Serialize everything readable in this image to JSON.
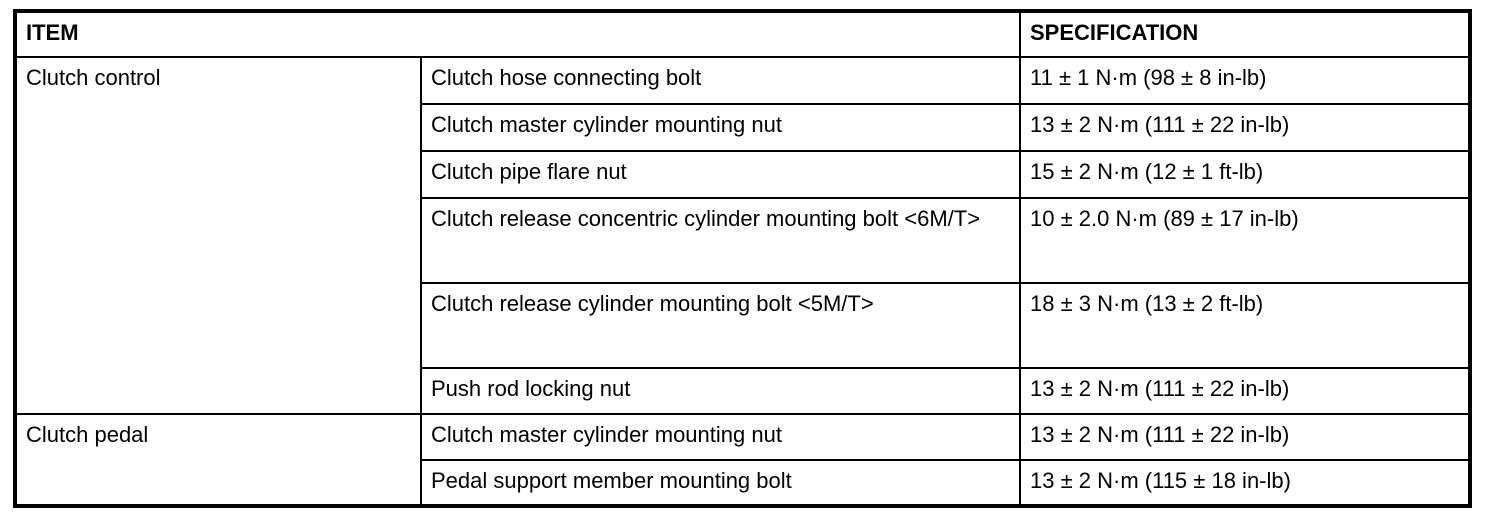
{
  "colors": {
    "border": "#000000",
    "text": "#000000",
    "background": "#ffffff"
  },
  "table": {
    "headers": {
      "item": "ITEM",
      "specification": "SPECIFICATION"
    },
    "groups": [
      {
        "name": "Clutch control",
        "rows": [
          {
            "item": "Clutch hose connecting bolt",
            "spec": "11 ± 1 N·m (98 ± 8 in-lb)"
          },
          {
            "item": "Clutch master cylinder mounting nut",
            "spec": "13 ± 2 N·m (111 ± 22 in-lb)"
          },
          {
            "item": "Clutch pipe flare nut",
            "spec": "15 ± 2 N·m (12 ± 1 ft-lb)"
          },
          {
            "item": "Clutch release concentric cylinder mounting bolt <6M/T>",
            "spec": "10 ± 2.0 N·m (89 ± 17 in-lb)"
          },
          {
            "item": "Clutch release cylinder mounting bolt <5M/T>",
            "spec": "18 ± 3 N·m (13 ± 2 ft-lb)"
          },
          {
            "item": "Push rod locking nut",
            "spec": "13 ± 2 N·m (111 ± 22 in-lb)"
          }
        ]
      },
      {
        "name": "Clutch pedal",
        "rows": [
          {
            "item": "Clutch master cylinder mounting nut",
            "spec": "13 ± 2 N·m (111 ± 22 in-lb)"
          },
          {
            "item": "Pedal support member mounting bolt",
            "spec": "13 ± 2 N·m (115 ± 18 in-lb)"
          }
        ]
      }
    ]
  }
}
